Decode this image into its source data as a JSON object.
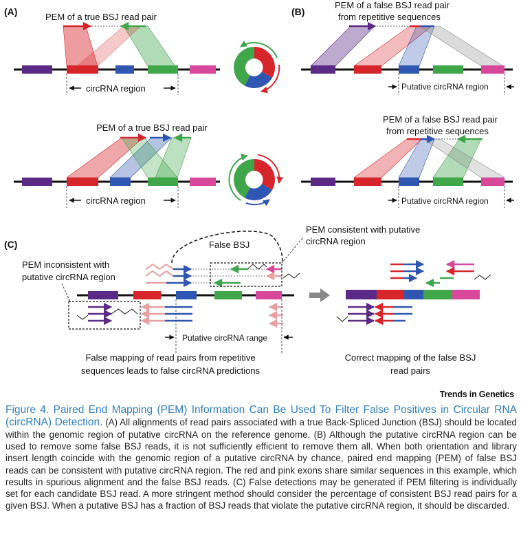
{
  "panels": {
    "a_label": "(A)",
    "b_label": "(B)",
    "c_label": "(C)"
  },
  "panel_a": {
    "top_label": "PEM of a true BSJ read pair",
    "top_region": "circRNA region",
    "bottom_label": "PEM of a true BSJ read pair",
    "bottom_region": "circRNA region"
  },
  "panel_b": {
    "top_label_line1": "PEM of a false BSJ read pair",
    "top_label_line2": "from repetitive sequences",
    "top_region": "Putative circRNA region",
    "bottom_label_line1": "PEM of a false BSJ read pair",
    "bottom_label_line2": "from repetitive sequences",
    "bottom_region": "Putative circRNA region"
  },
  "panel_c": {
    "false_bsj": "False BSJ",
    "consistent_line1": "PEM consistent with putative",
    "consistent_line2": "circRNA region",
    "inconsistent_line1": "PEM inconsistent with",
    "inconsistent_line2": "putative circRNA region",
    "range": "Putative circRNA range",
    "left_caption_line1": "False mapping of read pairs from repetitive",
    "left_caption_line2": "sequences leads to false circRNA predictions",
    "right_caption_line1": "Correct mapping of the false BSJ",
    "right_caption_line2": "read pairs"
  },
  "brand": "Trends in Genetics",
  "caption": {
    "title": "Figure 4. Paired End Mapping (PEM) Information Can Be Used To Filter False Positives in Circular RNA (circRNA) Detection.",
    "body": " (A) All alignments of read pairs associated with a true Back-Spliced Junction (BSJ) should be located within the genomic region of putative circRNA on the reference genome. (B) Although the putative circRNA region can be used to remove some false BSJ reads, it is not sufficiently efficient to remove them all. When both orientation and library insert length coincide with the genomic region of a putative circRNA by chance, paired end mapping (PEM) of false BSJ reads can be consistent with putative circRNA region. The red and pink exons share similar sequences in this example, which results in spurious alignment and the false BSJ reads. (C) False detections may be generated if PEM filtering is individually set for each candidate BSJ read. A more stringent method should consider the percentage of consistent BSJ read pairs for a given BSJ. When a putative BSJ has a fraction of BSJ reads that violate the putative circRNA region, it should be discarded."
  },
  "colors": {
    "purple": "#5b2a86",
    "red": "#d7262b",
    "blue": "#2f56b0",
    "green": "#3fa64a",
    "pink": "#d8489a",
    "caption_blue": "#2f7fbf"
  }
}
